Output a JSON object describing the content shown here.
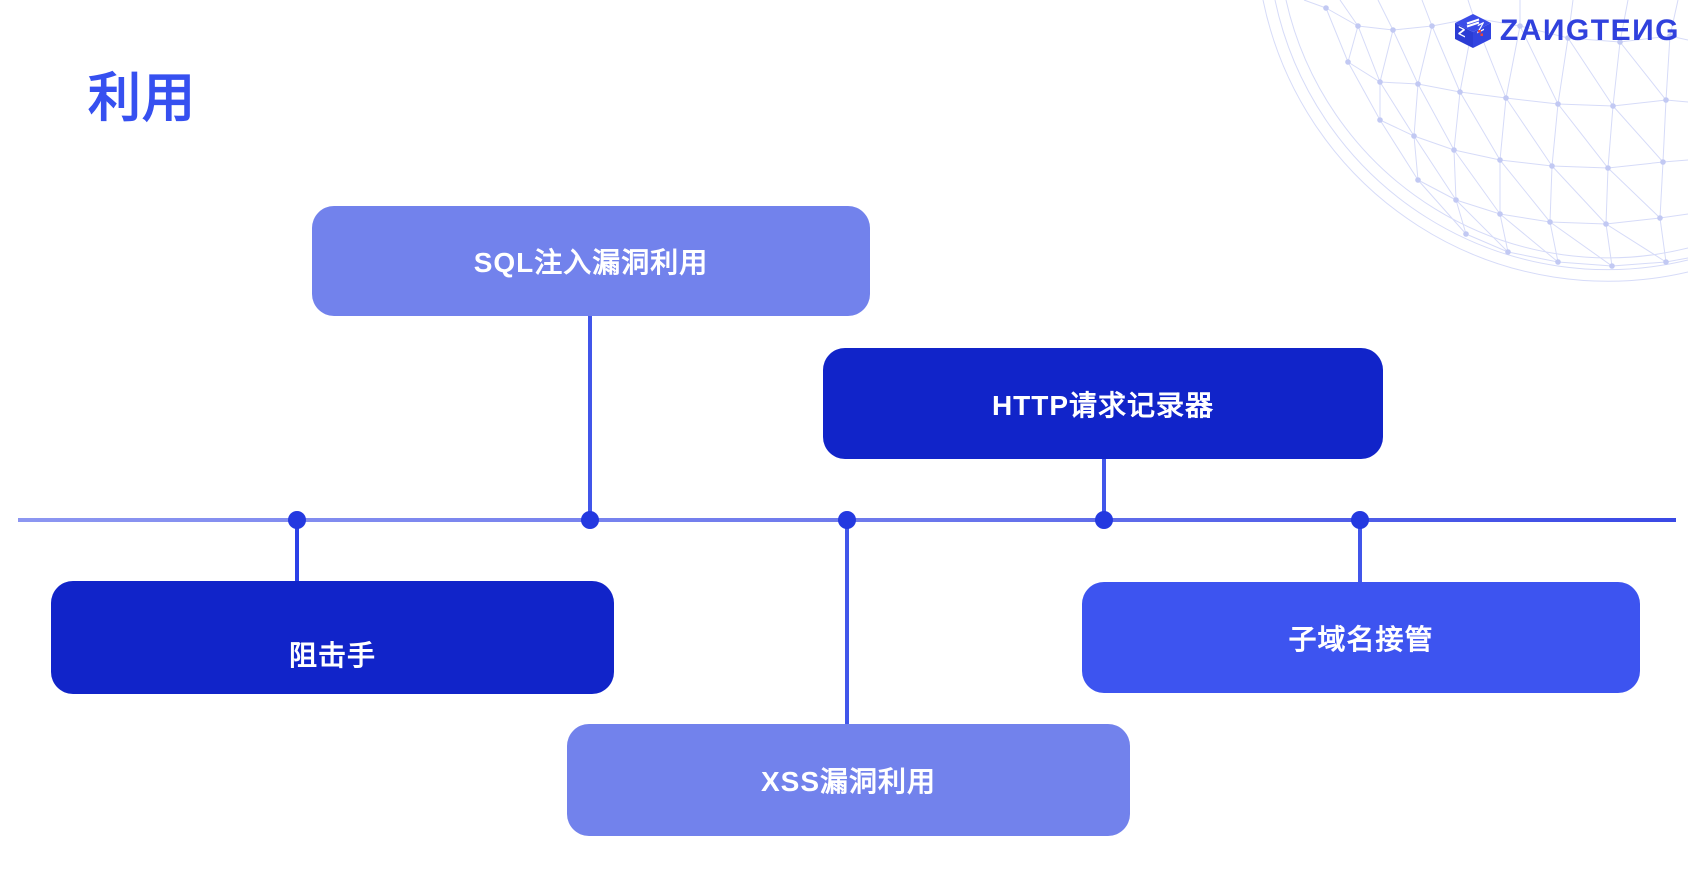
{
  "slide": {
    "title": "利用"
  },
  "brand": {
    "wordmark": "ZAИGTEИG",
    "logo_icon": "zangteng-cube-logo",
    "wordmark_color": "#3041DD"
  },
  "diagram": {
    "layout": "horizontal-timeline",
    "nodes": [
      {
        "label": "SQL注入漏洞利用",
        "tone": "light-blue",
        "side": "above-line"
      },
      {
        "label": "HTTP请求记录器",
        "tone": "dark-blue",
        "side": "above-line"
      },
      {
        "label": "阻击手",
        "tone": "dark-blue",
        "side": "below-line"
      },
      {
        "label": "子域名接管",
        "tone": "medium-blue",
        "side": "below-line"
      },
      {
        "label": "XSS漏洞利用",
        "tone": "light-blue",
        "side": "below-line"
      }
    ],
    "colors": {
      "title": "#3650F0",
      "light_blue_box": "#7282EC",
      "dark_blue_box": "#1124C9",
      "medium_blue_box": "#3D54F0",
      "line_left": "#8C96F1",
      "line_right": "#3A49E5",
      "line_dot": "#2439E0",
      "connector": "#4156EA",
      "globe_wireframe": "#D6DBF8"
    }
  }
}
